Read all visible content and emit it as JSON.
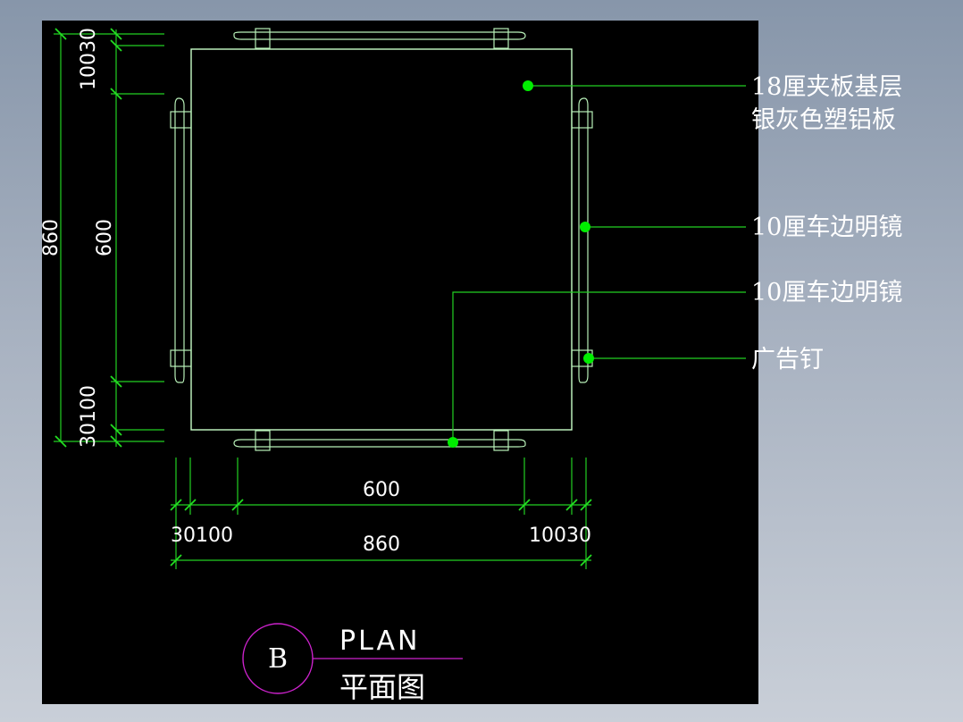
{
  "colors": {
    "canvas": "#000000",
    "linework": "#22d022",
    "panel": "#c8ffc8",
    "leader_dot": "#00ee00",
    "text": "#ffffff",
    "callout_circle": "#cc22cc"
  },
  "dimensions": {
    "left_total": "860",
    "left_inner": "600",
    "left_top": "10030",
    "left_bottom": "30100",
    "bottom_inner": "600",
    "bottom_total": "860",
    "bottom_left": "30100",
    "bottom_right": "10030"
  },
  "labels": [
    "18厘夹板基层",
    "银灰色塑铝板",
    "10厘车边明镜",
    "10厘车边明镜",
    "广告钉"
  ],
  "title": {
    "ref_letter": "B",
    "name_en": "PLAN",
    "name_cn": "平面图"
  }
}
